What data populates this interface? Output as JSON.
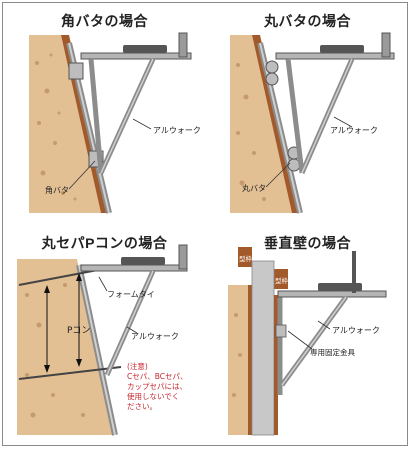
{
  "panels": [
    {
      "title": "角バタの場合",
      "label_arm": "アルウォーク",
      "label_clamp": "角バタ"
    },
    {
      "title": "丸バタの場合",
      "label_arm": "アルウォーク",
      "label_clamp": "丸バタ"
    },
    {
      "title": "丸セパPコンの場合",
      "label_tie": "フォームタイ",
      "label_arm": "アルウォーク",
      "label_pcon": "Pコン",
      "note": [
        "(注意)",
        "Cセパ、BCセパ、",
        "カップセパには、",
        "使用しないでく",
        "ださい。"
      ]
    },
    {
      "title": "垂直壁の場合",
      "label_form_a": "型枠",
      "label_form_b": "型枠",
      "label_arm": "アルウォーク",
      "label_bracket": "専用固定金具"
    }
  ],
  "colors": {
    "concrete": "#e3bf94",
    "form": "#a35a2a",
    "steel": "#9a9a9a",
    "note": "#c4262e",
    "wall": "#c8c8c8"
  }
}
